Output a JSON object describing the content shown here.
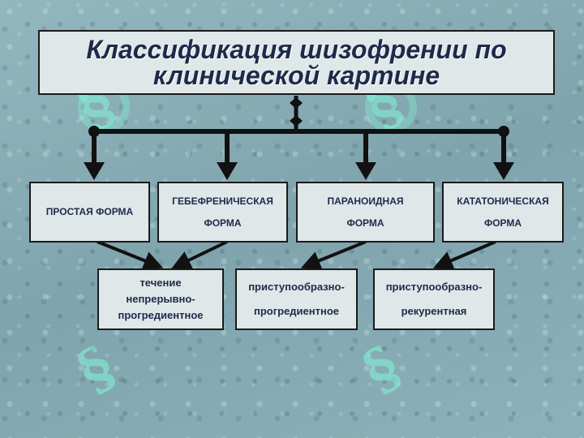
{
  "title": {
    "line1": "Классификация шизофрении по",
    "line2": "клинической картине"
  },
  "forms": [
    {
      "line1": "ПРОСТАЯ ФОРМА",
      "line2": ""
    },
    {
      "line1": "ГЕБЕФРЕНИЧЕСКАЯ",
      "line2": "ФОРМА"
    },
    {
      "line1": "ПАРАНОИДНАЯ",
      "line2": "ФОРМА"
    },
    {
      "line1": "КАТАТОНИЧЕСКАЯ",
      "line2": "ФОРМА"
    }
  ],
  "courses": [
    {
      "line1": "течение",
      "line2": "непрерывно-",
      "line3": "прогредиентное"
    },
    {
      "line1": "приступообразно-",
      "line2": "прогредиентное"
    },
    {
      "line1": "приступообразно-",
      "line2": "рекурентная"
    }
  ],
  "colors": {
    "box_fill": "#dfe7e8",
    "text": "#1e2a4a",
    "connector": "#111111",
    "watermark": "#82f5d7"
  },
  "watermark_icon": "section-sign-icon"
}
